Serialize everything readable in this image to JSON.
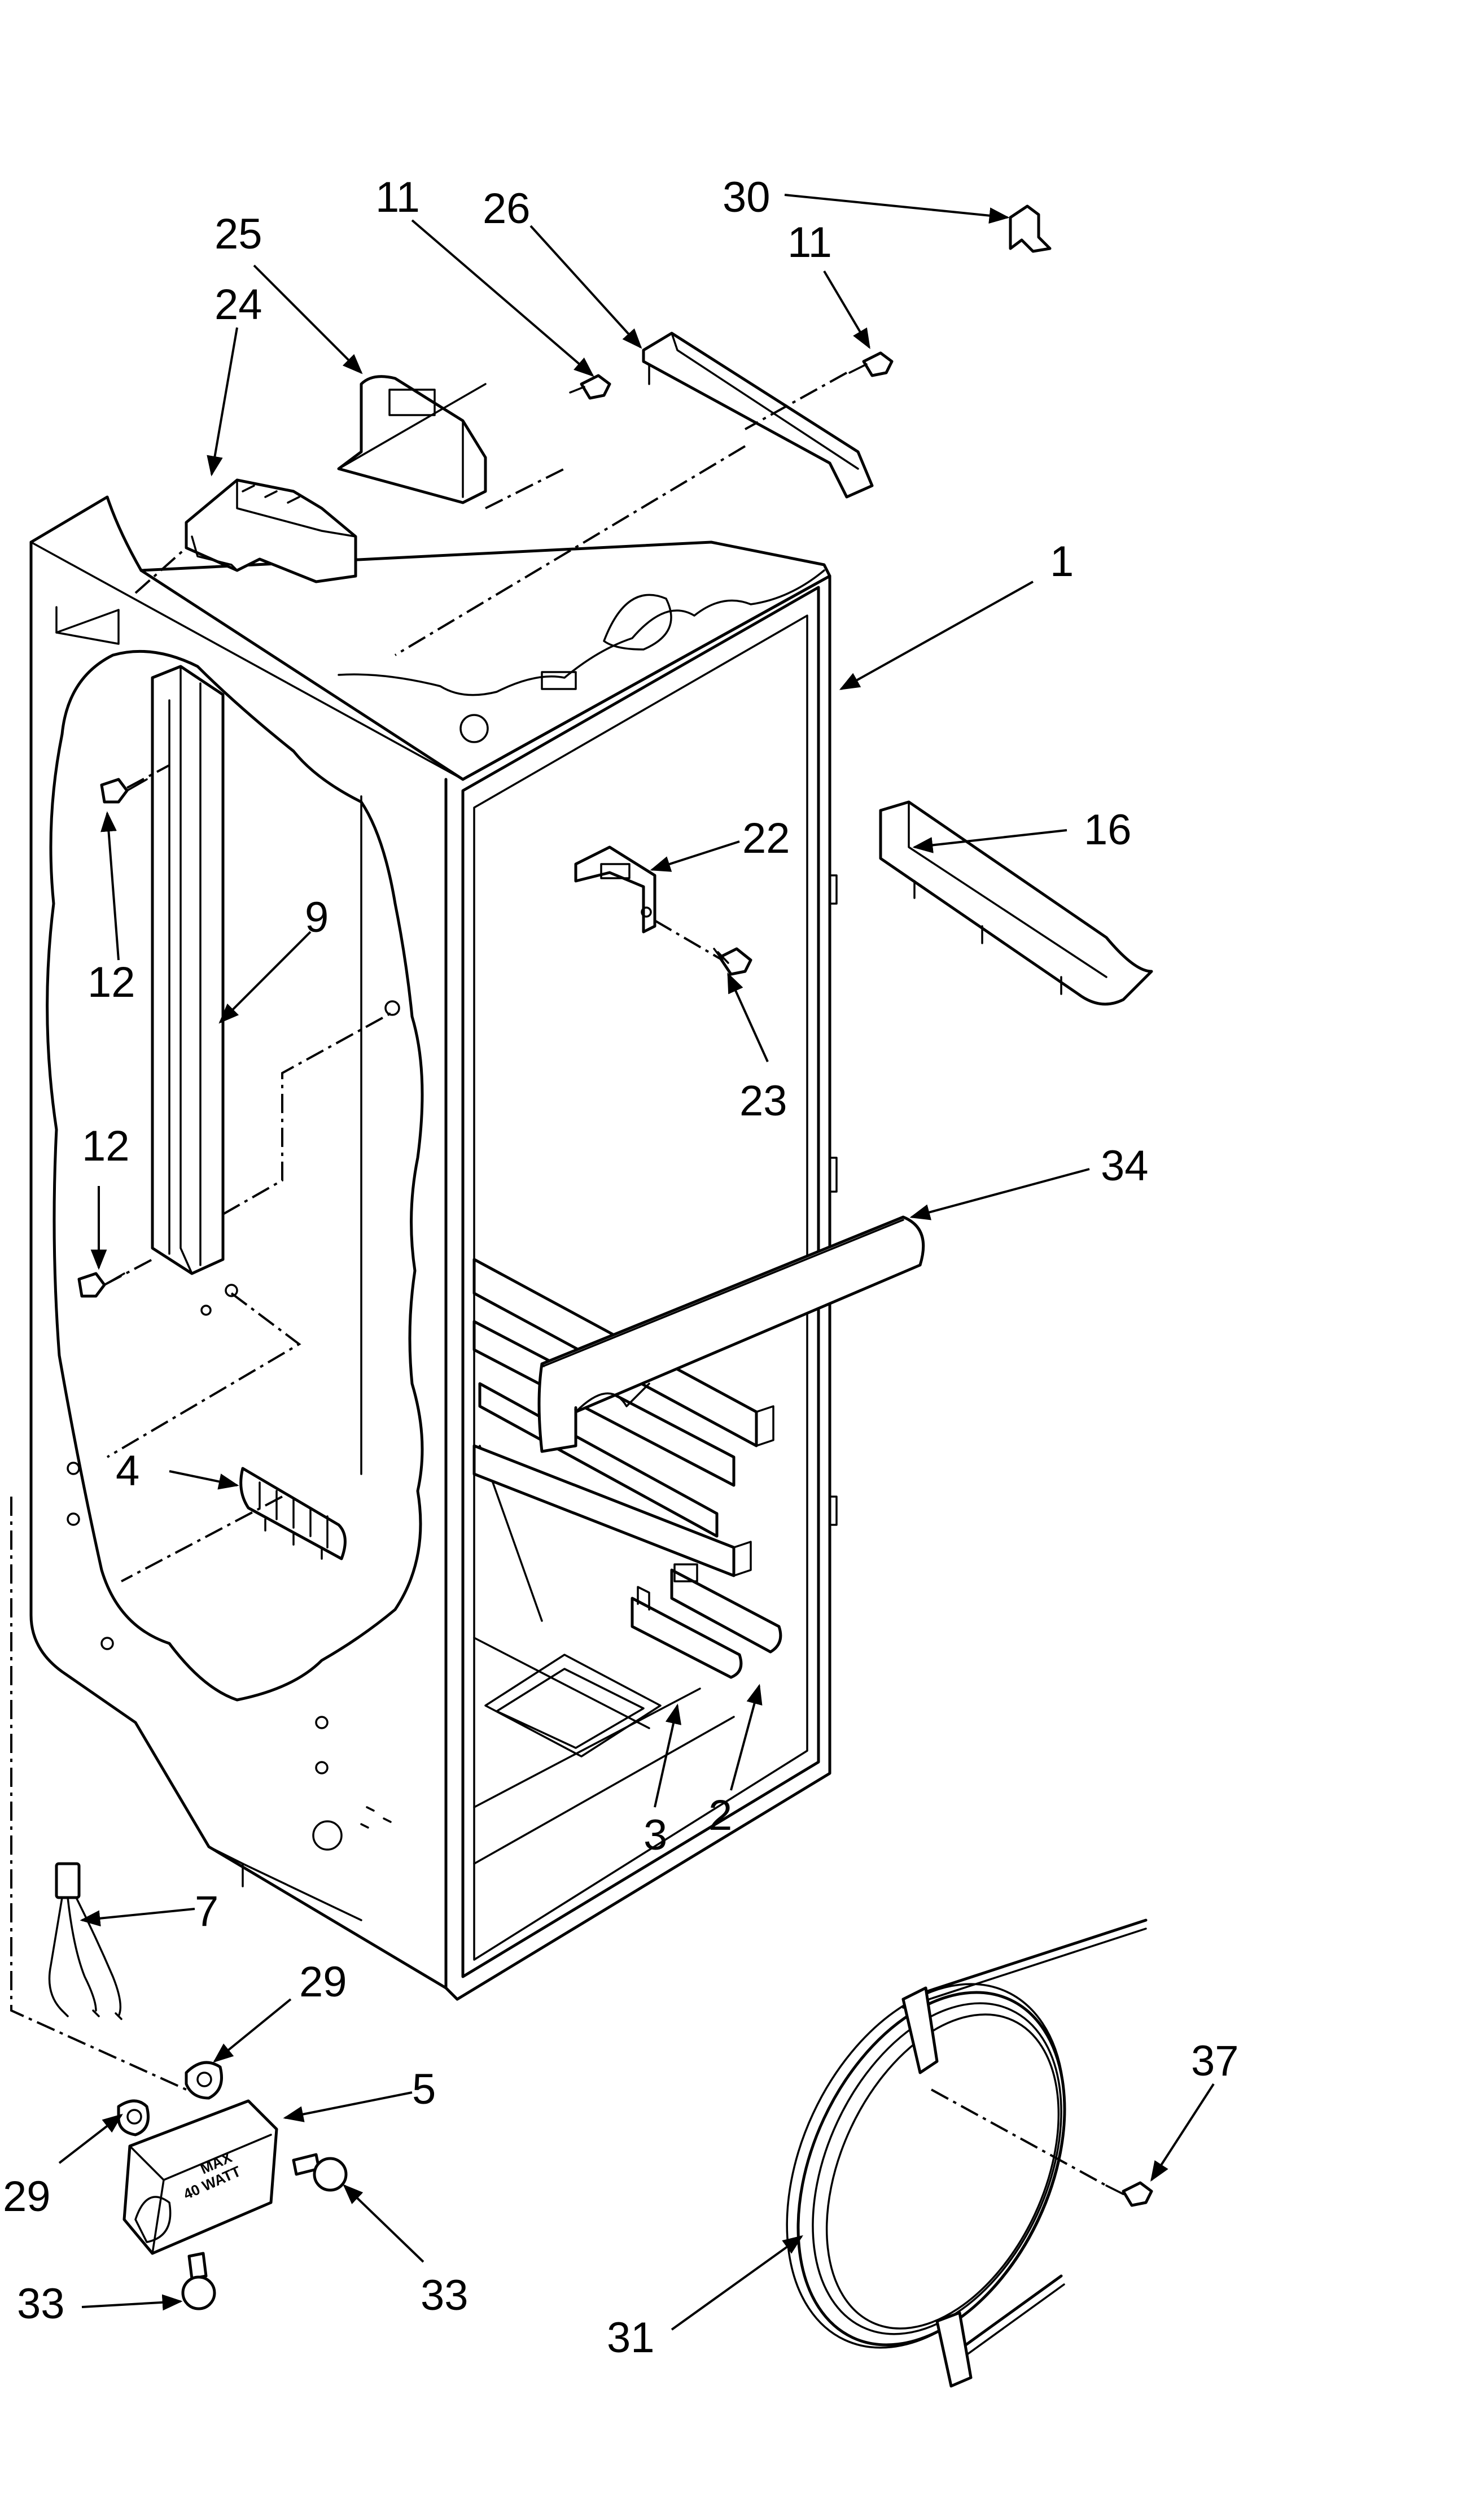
{
  "callouts": [
    {
      "id": "c-30",
      "text": "30"
    },
    {
      "id": "c-11a",
      "text": "11"
    },
    {
      "id": "c-26",
      "text": "26"
    },
    {
      "id": "c-11b",
      "text": "11"
    },
    {
      "id": "c-25",
      "text": "25"
    },
    {
      "id": "c-24",
      "text": "24"
    },
    {
      "id": "c-1",
      "text": "1"
    },
    {
      "id": "c-22",
      "text": "22"
    },
    {
      "id": "c-16",
      "text": "16"
    },
    {
      "id": "c-9",
      "text": "9"
    },
    {
      "id": "c-12a",
      "text": "12"
    },
    {
      "id": "c-12b",
      "text": "12"
    },
    {
      "id": "c-23",
      "text": "23"
    },
    {
      "id": "c-34",
      "text": "34"
    },
    {
      "id": "c-4",
      "text": "4"
    },
    {
      "id": "c-3",
      "text": "3"
    },
    {
      "id": "c-2",
      "text": "2"
    },
    {
      "id": "c-7",
      "text": "7"
    },
    {
      "id": "c-29a",
      "text": "29"
    },
    {
      "id": "c-5",
      "text": "5"
    },
    {
      "id": "c-37",
      "text": "37"
    },
    {
      "id": "c-29b",
      "text": "29"
    },
    {
      "id": "c-33a",
      "text": "33"
    },
    {
      "id": "c-33b",
      "text": "33"
    },
    {
      "id": "c-31",
      "text": "31"
    }
  ],
  "lamp_label": {
    "line1": "MAX",
    "line2": "40 WATT"
  }
}
